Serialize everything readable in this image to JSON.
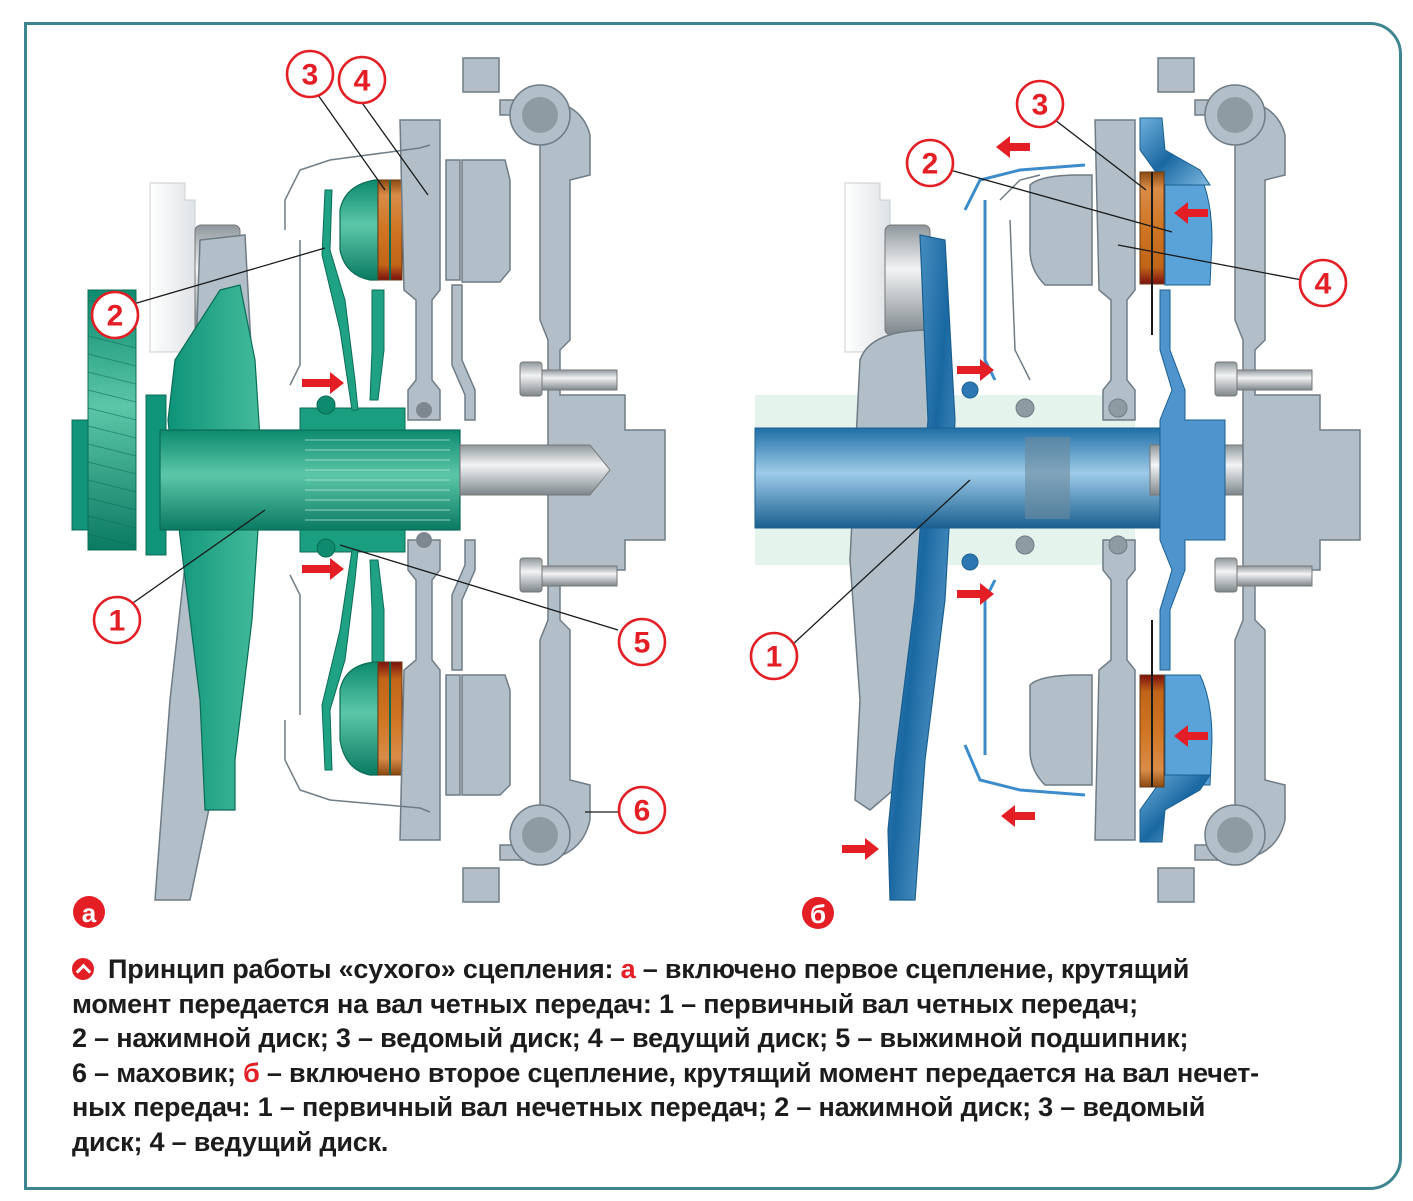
{
  "figure": {
    "panels": [
      {
        "id": "a",
        "badge": "а",
        "state": "first clutch engaged",
        "callouts": [
          "1",
          "2",
          "3",
          "4",
          "5",
          "6"
        ],
        "accent_color": "#14a088"
      },
      {
        "id": "b",
        "badge": "б",
        "state": "second clutch engaged",
        "callouts": [
          "1",
          "2",
          "3",
          "4"
        ],
        "accent_color": "#3c8ccc"
      }
    ],
    "colors": {
      "frame": "#3f8590",
      "callout": "#e31e24",
      "housing": "#b2bfc8",
      "friction": "#d07a2a"
    }
  },
  "caption": {
    "icon": "chevron-up-icon",
    "lines": [
      {
        "pre": "Принцип работы «сухого» сцепления: ",
        "red": "а",
        "post": " – включено первое сцепление, крутящий"
      },
      {
        "pre": "момент передается на вал четных передач: 1 – первичный вал четных передач;",
        "red": "",
        "post": ""
      },
      {
        "pre": "2 – нажимной диск; 3 – ведомый диск; 4 – ведущий диск; 5 – выжимной подшипник;",
        "red": "",
        "post": ""
      },
      {
        "pre": "6 – маховик; ",
        "red": "б",
        "post": " – включено второе сцепление, крутящий момент передается на вал нечет-"
      },
      {
        "pre": "ных передач: 1 – первичный вал нечетных передач; 2 – нажимной диск; 3 – ведомый",
        "red": "",
        "post": ""
      },
      {
        "pre": "диск; 4 – ведущий диск.",
        "red": "",
        "post": ""
      }
    ]
  },
  "legend": {
    "1": "первичный вал",
    "2": "нажимной диск",
    "3": "ведомый диск",
    "4": "ведущий диск",
    "5": "выжимной подшипник",
    "6": "маховик"
  }
}
